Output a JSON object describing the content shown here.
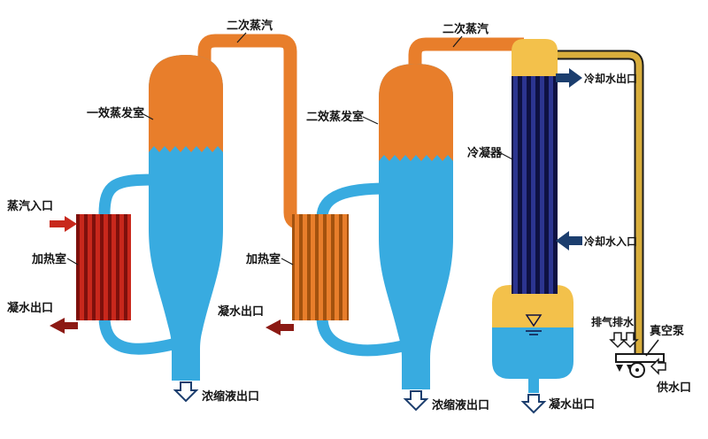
{
  "diagram": {
    "title_implicit": "双效蒸发流程图",
    "labels": {
      "secondary_steam_1": "二次蒸汽",
      "secondary_steam_2": "二次蒸汽",
      "effect1_evaporator": "一效蒸发室",
      "effect2_evaporator": "二效蒸发室",
      "steam_inlet": "蒸汽入口",
      "heater_1": "加热室",
      "heater_2": "加热室",
      "condensate_outlet_1": "凝水出口",
      "condensate_outlet_2": "凝水出口",
      "concentrate_outlet_1": "浓缩液出口",
      "concentrate_outlet_2": "浓缩液出口",
      "condenser": "冷凝器",
      "cooling_water_outlet": "冷却水出口",
      "cooling_water_inlet": "冷却水入口",
      "receiver_condensate_outlet": "凝水出口",
      "exhaust_and_drain": "排气排水",
      "vacuum_pump": "真空泵",
      "water_supply_port": "供水口"
    },
    "colors": {
      "vapor_orange": "#E87E2B",
      "liquid_blue": "#38ABE0",
      "heater_red": "#C8281C",
      "heater_red_stripe": "#7E100C",
      "heater_orange_stripe": "#A3520E",
      "condenser_navy": "#2C3590",
      "condenser_stripe": "#0E1142",
      "cooling_arrow_navy": "#1C3E6E",
      "condensate_arrow_maroon": "#8C1A14",
      "steam_arrow_red": "#C8281C",
      "cap_yellow": "#F3C14B",
      "pipe_yellow": "#D9AE3C",
      "outline_black": "#1A1A1A",
      "background": "#FFFFFF"
    }
  }
}
